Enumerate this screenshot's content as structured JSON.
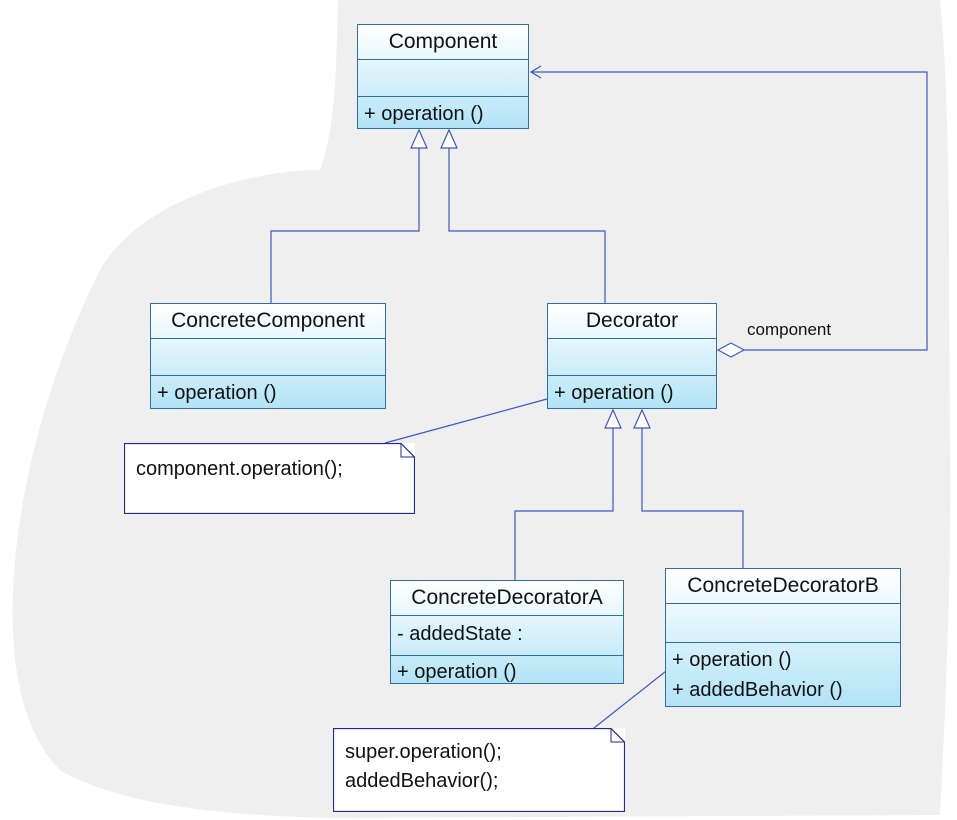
{
  "classes": {
    "component": {
      "name": "Component",
      "attributes": [],
      "operations": [
        "+  operation ()"
      ]
    },
    "concrete_component": {
      "name": "ConcreteComponent",
      "attributes": [],
      "operations": [
        "+  operation ()"
      ]
    },
    "decorator": {
      "name": "Decorator",
      "attributes": [],
      "operations": [
        "+  operation ()"
      ]
    },
    "concrete_decorator_a": {
      "name": "ConcreteDecoratorA",
      "attributes": [
        "-  addedState  :"
      ],
      "operations": [
        "+  operation ()"
      ]
    },
    "concrete_decorator_b": {
      "name": "ConcreteDecoratorB",
      "attributes": [],
      "operations": [
        "+  operation ()",
        "+  addedBehavior ()"
      ]
    }
  },
  "association": {
    "role_label": "component"
  },
  "notes": {
    "decorator_note": [
      "component.operation();"
    ],
    "decorator_b_note": [
      "super.operation();",
      "addedBehavior();"
    ]
  },
  "colors": {
    "line": "#3a57c9",
    "box_border": "#2f6fa8",
    "box_fill_bottom": "#b2e4f6",
    "background_blob": "#efeff0"
  }
}
